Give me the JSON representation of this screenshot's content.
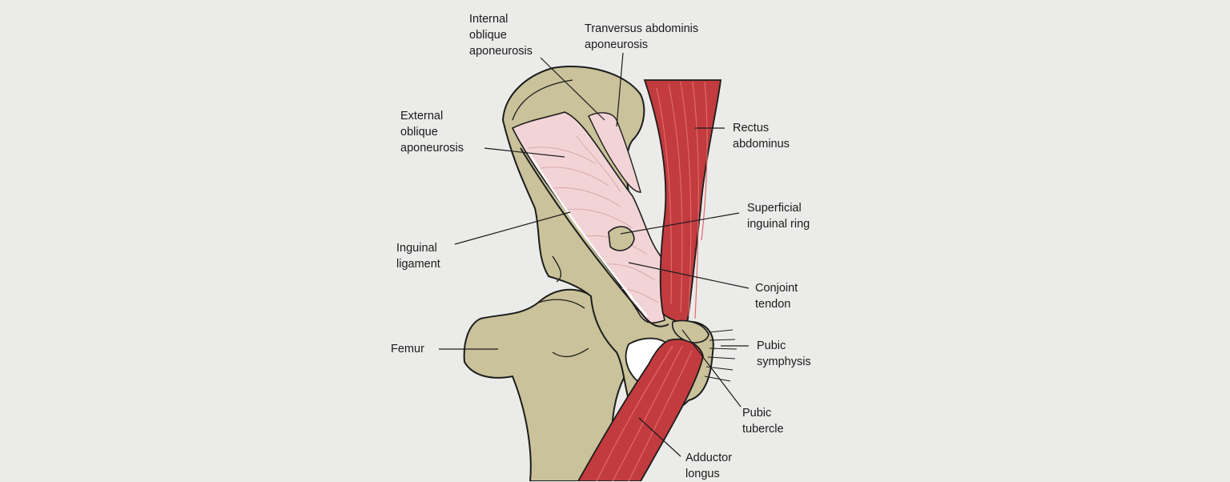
{
  "colors": {
    "background": "#ebebea",
    "bone": "#c9c29a",
    "bone_shadow": "#a9a27c",
    "aponeurosis": "#f3d4d6",
    "muscle": "#c23b3e",
    "muscle_highlight": "#e06a6a",
    "outline": "#1c1c1c"
  },
  "labels": {
    "internal_oblique": [
      "Internal",
      "oblique",
      "aponeurosis"
    ],
    "transversus": [
      "Tranversus abdominis",
      "aponeurosis"
    ],
    "external_oblique": [
      "External",
      "oblique",
      "aponeurosis"
    ],
    "rectus": [
      "Rectus",
      "abdominus"
    ],
    "superficial_ring": [
      "Superficial",
      "inguinal ring"
    ],
    "inguinal_ligament": [
      "Inguinal",
      "ligament"
    ],
    "conjoint_tendon": [
      "Conjoint",
      "tendon"
    ],
    "femur": [
      "Femur"
    ],
    "pubic_symphysis": [
      "Pubic",
      "symphysis"
    ],
    "pubic_tubercle": [
      "Pubic",
      "tubercle"
    ],
    "adductor_longus": [
      "Adductor",
      "longus"
    ]
  }
}
